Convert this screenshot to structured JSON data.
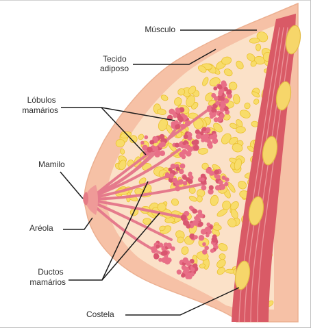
{
  "diagram": {
    "labels": {
      "musculo": "Músculo",
      "tecido_adiposo_line1": "Tecido",
      "tecido_adiposo_line2": "adiposo",
      "lobulos_line1": "Lóbulos",
      "lobulos_line2": "mamários",
      "mamilo": "Mamilo",
      "areola": "Aréola",
      "ductos_line1": "Ductos",
      "ductos_line2": "mamários",
      "costela": "Costela"
    },
    "colors": {
      "skin": "#f6c1a6",
      "skin_edge": "#ecb091",
      "inner_tissue": "#fbe1c8",
      "fat": "#f8dc6a",
      "fat_edge": "#eac12f",
      "lobule": "#e86f87",
      "lobule_dark": "#d9566f",
      "duct": "#e57a8c",
      "muscle": "#d95a66",
      "muscle_light": "#f0a0a4",
      "rib": "#f6d66a",
      "text": "#2b2b2b",
      "leader_line": "#1a1a1a",
      "frame": "#bfbfbf"
    }
  }
}
